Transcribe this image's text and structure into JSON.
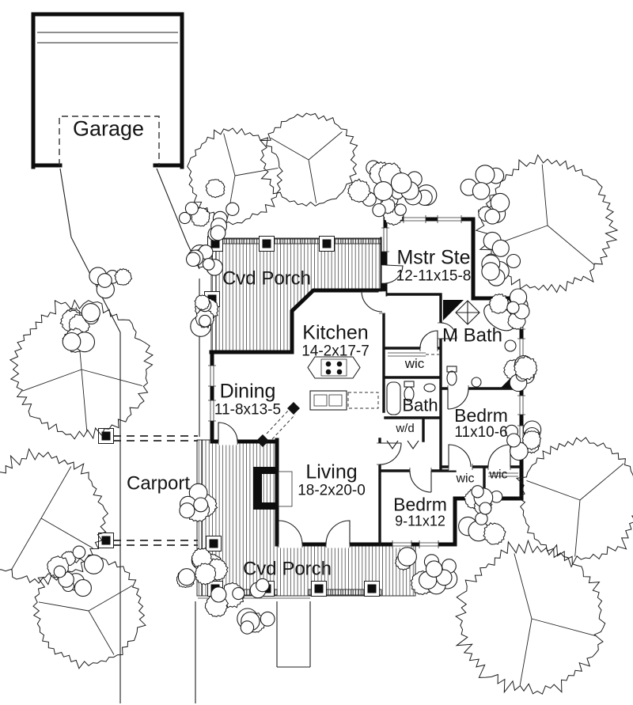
{
  "plan": {
    "type": "house-floor-plan",
    "ink_color": "#141414",
    "paper_color": "#ffffff",
    "labels": {
      "garage": {
        "text": "Garage"
      },
      "cvd_porch_top": {
        "text": "Cvd Porch"
      },
      "mstr_ste": {
        "text": "Mstr Ste",
        "dim": "12-11x15-8"
      },
      "kitchen": {
        "text": "Kitchen",
        "dim": "14-2x17-7"
      },
      "m_bath": {
        "text": "M Bath"
      },
      "wic_master": {
        "text": "wic"
      },
      "dining": {
        "text": "Dining",
        "dim": "11-8x13-5"
      },
      "bath": {
        "text": "Bath"
      },
      "washer_dryer": {
        "text": "w/d"
      },
      "bedrm_right": {
        "text": "Bedrm",
        "dim": "11x10-6"
      },
      "carport": {
        "text": "Carport"
      },
      "living": {
        "text": "Living",
        "dim": "18-2x20-0"
      },
      "bedrm_lower": {
        "text": "Bedrm",
        "dim": "9-11x12"
      },
      "wic_left": {
        "text": "wic"
      },
      "wic_right": {
        "text": "wic"
      },
      "cvd_porch_bottom": {
        "text": "Cvd Porch"
      }
    }
  }
}
